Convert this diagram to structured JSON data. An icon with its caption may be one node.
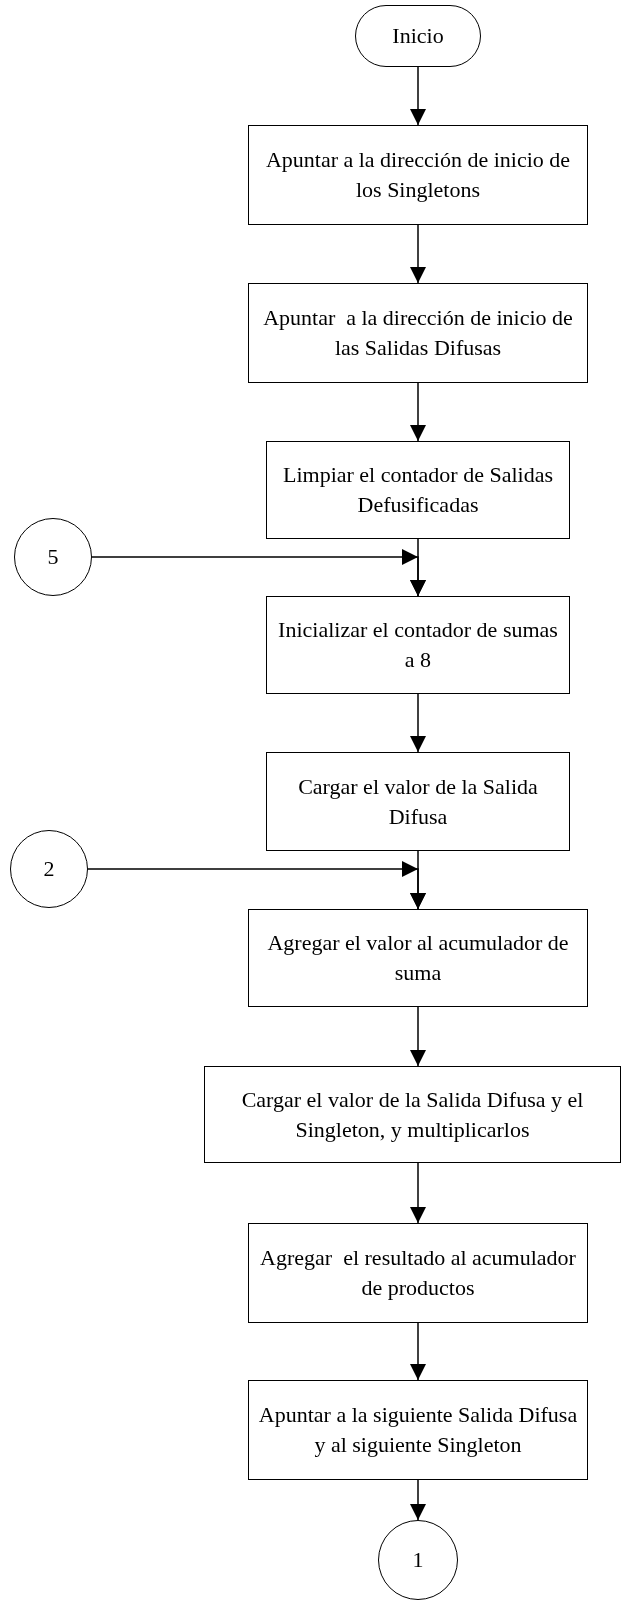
{
  "diagram": {
    "nodes": [
      {
        "text": [
          "Inicio"
        ]
      },
      {
        "text": [
          "Apuntar a la dirección de inicio de los Singletons"
        ]
      },
      {
        "text": [
          "Apuntar  a la dirección de inicio de las Salidas Difusas"
        ]
      },
      {
        "text": [
          "Limpiar el contador de Salidas Defusificadas"
        ]
      },
      {
        "text": [
          "5"
        ]
      },
      {
        "text": [
          "Inicializar el contador de sumas a 8"
        ]
      },
      {
        "text": [
          "Cargar el valor de la Salida Difusa"
        ]
      },
      {
        "text": [
          "2"
        ]
      },
      {
        "text": [
          "Agregar el valor al acumulador de suma"
        ]
      },
      {
        "text": [
          "Cargar el valor de la Salida Difusa y el Singleton, y multiplicarlos"
        ]
      },
      {
        "text": [
          "Agregar  el resultado al acumulador de productos"
        ]
      },
      {
        "text": [
          "Apuntar a la siguiente Salida Difusa y al siguiente Singleton"
        ]
      },
      {
        "text": [
          "1"
        ]
      }
    ],
    "edges": [
      {
        "from": 0,
        "to": 1,
        "arrow": "to"
      },
      {
        "from": 1,
        "to": 2,
        "arrow": "to"
      },
      {
        "from": 2,
        "to": 3,
        "arrow": "to"
      },
      {
        "from": 3,
        "to": 5,
        "arrow": "to"
      },
      {
        "from": 4,
        "to": 5,
        "arrow": "to"
      },
      {
        "from": 6,
        "to": 8,
        "arrow": "to"
      },
      {
        "from": 7,
        "to": 8,
        "arrow": "to"
      },
      {
        "from": 5,
        "to": 6,
        "arrow": "to"
      },
      {
        "from": 8,
        "to": 9,
        "arrow": "to"
      },
      {
        "from": 9,
        "to": 10,
        "arrow": "to"
      },
      {
        "from": 10,
        "to": 11,
        "arrow": "to"
      },
      {
        "from": 11,
        "to": 12,
        "arrow": "to"
      }
    ]
  }
}
